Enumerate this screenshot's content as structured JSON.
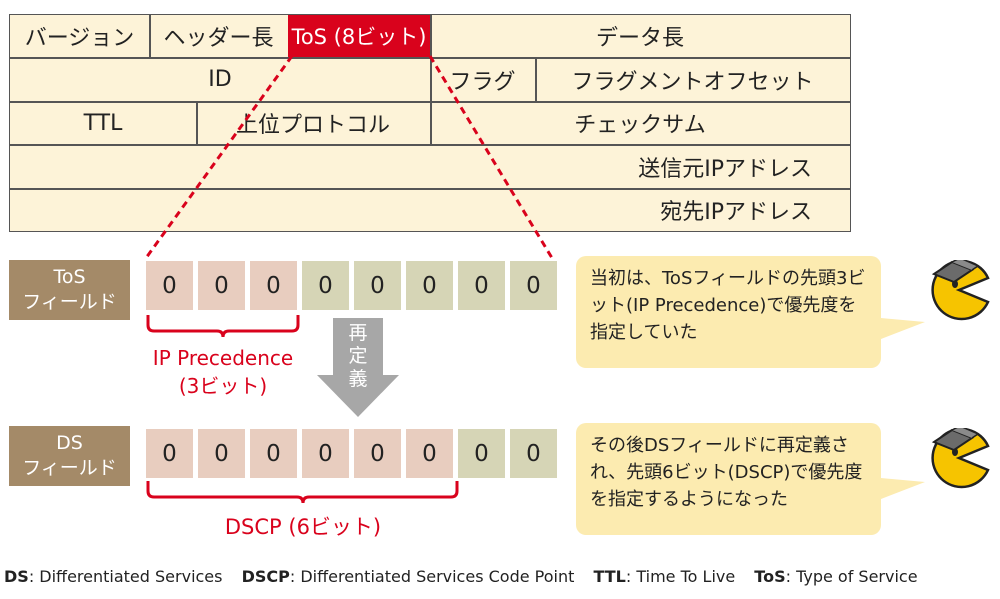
{
  "header_table": {
    "row1": {
      "version": "バージョン",
      "header_length": "ヘッダー長",
      "tos": "ToS (8ビット)",
      "data_length": "データ長"
    },
    "row2": {
      "id": "ID",
      "flag": "フラグ",
      "fragment_offset": "フラグメントオフセット"
    },
    "row3": {
      "ttl": "TTL",
      "protocol": "上位プロトコル",
      "checksum": "チェックサム"
    },
    "row4": {
      "source_ip": "送信元IPアドレス"
    },
    "row5": {
      "dest_ip": "宛先IPアドレス"
    }
  },
  "tos_field": {
    "label_line1": "ToS",
    "label_line2": "フィールド",
    "bits": [
      "0",
      "0",
      "0",
      "0",
      "0",
      "0",
      "0",
      "0"
    ],
    "bracket_label_line1": "IP Precedence",
    "bracket_label_line2": "(3ビット)"
  },
  "redefine_arrow": {
    "char1": "再",
    "char2": "定",
    "char3": "義"
  },
  "ds_field": {
    "label_line1": "DS",
    "label_line2": "フィールド",
    "bits": [
      "0",
      "0",
      "0",
      "0",
      "0",
      "0",
      "0",
      "0"
    ],
    "bracket_label": "DSCP (6ビット)"
  },
  "notes": {
    "tos_note": "当初は、ToSフィールドの先頭3ビット(IP Precedence)で優先度を指定していた",
    "ds_note": "その後DSフィールドに再定義され、先頭6ビット(DSCP)で優先度を指定するようになった"
  },
  "legend": {
    "ds_abbr": "DS",
    "ds_full": ": Differentiated Services",
    "dscp_abbr": "DSCP",
    "dscp_full": ": Differentiated Services Code Point",
    "ttl_abbr": "TTL",
    "ttl_full": ": Time To Live",
    "tos_abbr": "ToS",
    "tos_full": ": Type of Service"
  },
  "colors": {
    "accent_red": "#d9021c",
    "header_bg": "#fdf3d8",
    "label_bg": "#a48a68",
    "bit_pink": "#e8cdbf",
    "bit_green": "#d6d5b6",
    "note_bg": "#fcebb0",
    "arrow_gray": "#a7a7a7"
  }
}
